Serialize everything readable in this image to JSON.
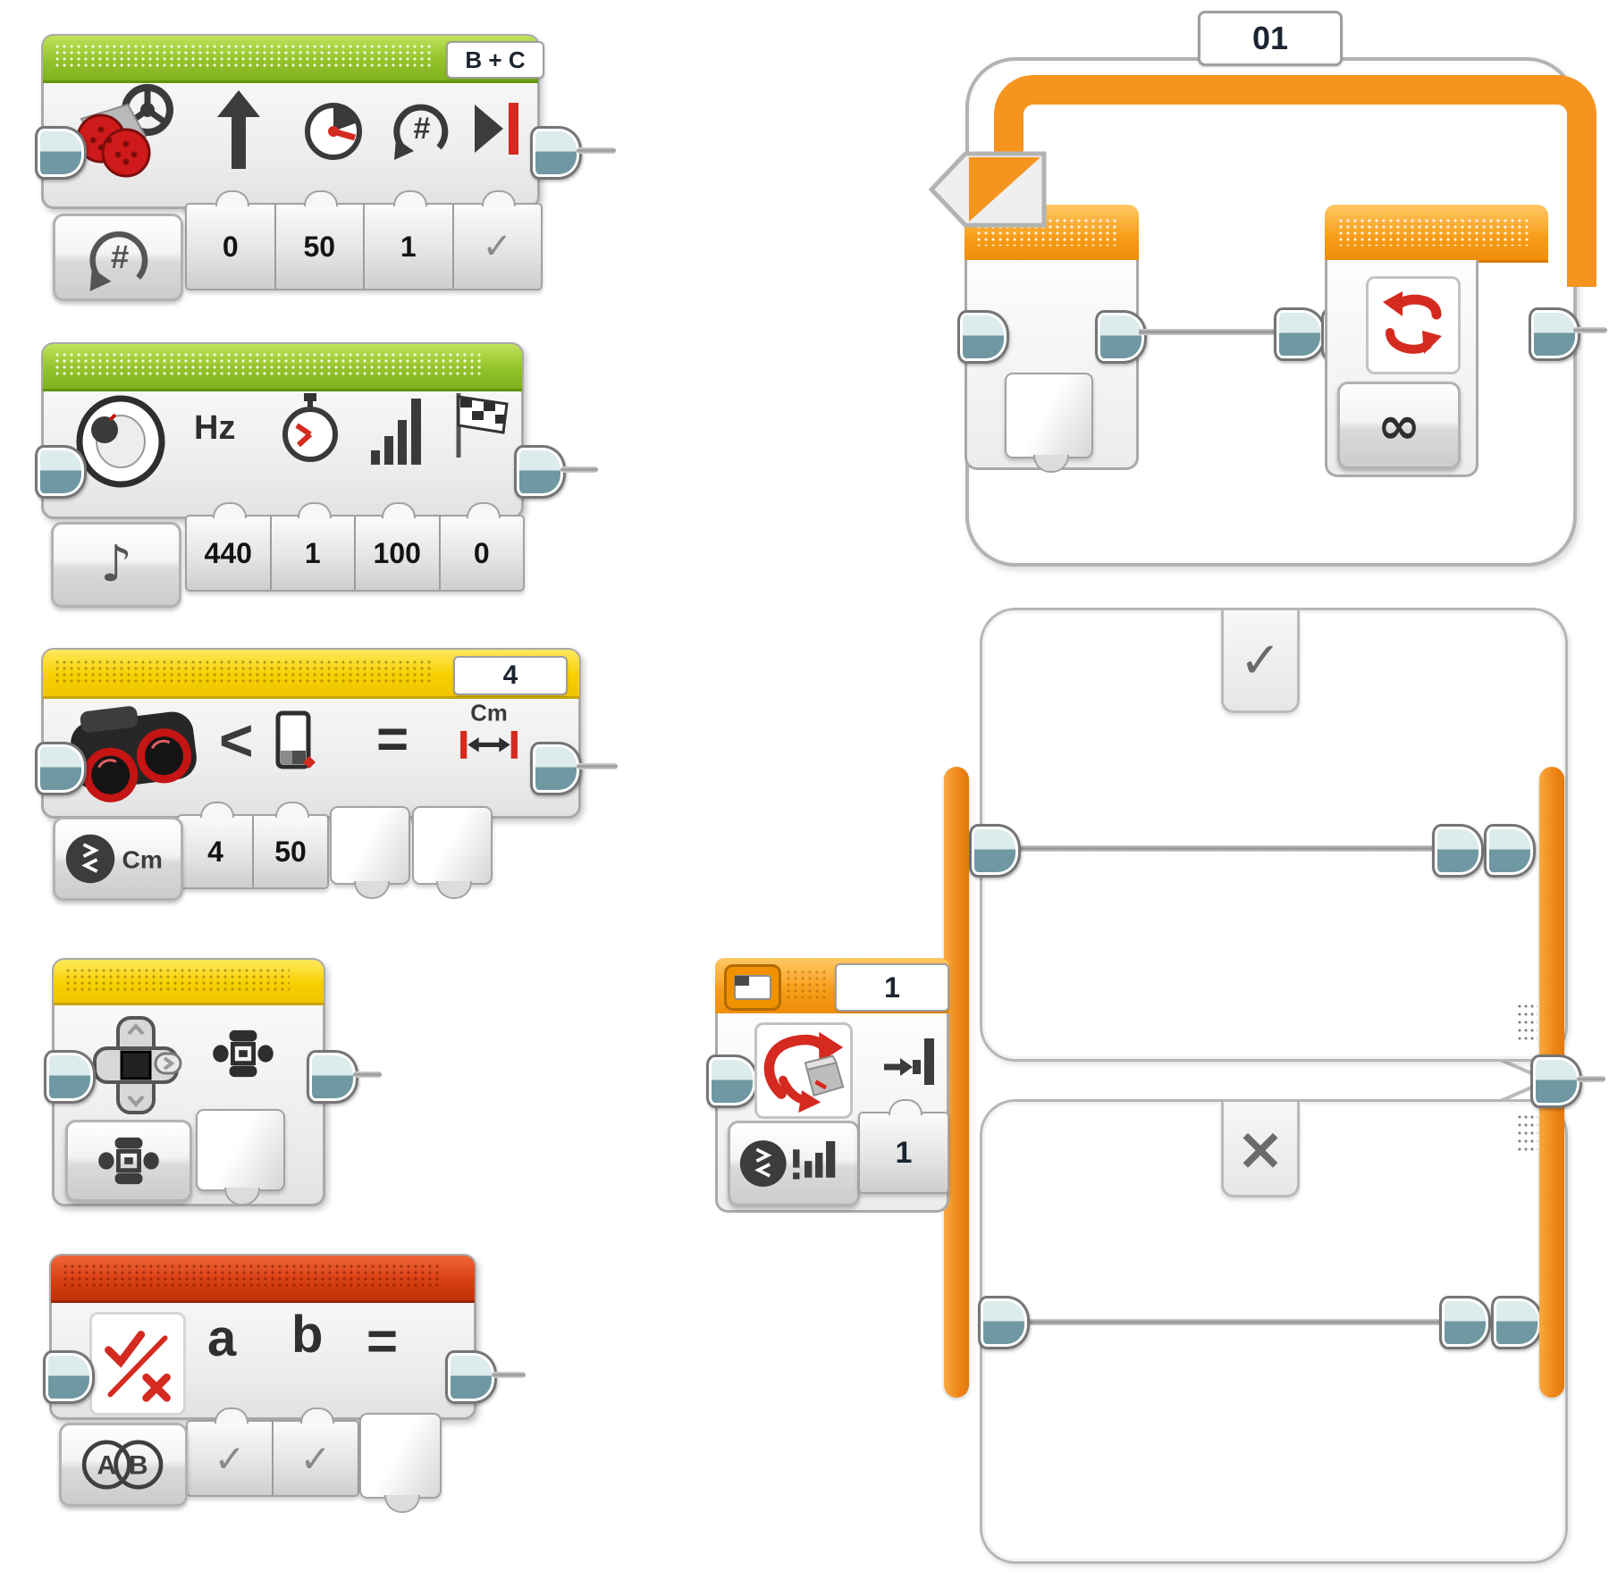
{
  "colors": {
    "action_green": "#8cc021",
    "sensor_yellow": "#f6cf00",
    "flow_orange": "#f5941e",
    "data_red": "#d63b12",
    "connector_teal": "#6f98a2"
  },
  "move_steering": {
    "port_tab": "B + C",
    "steering_value": "0",
    "power_value": "50",
    "rotations_value": "1",
    "brake_value": "✓"
  },
  "sound": {
    "hz_label": "Hz",
    "frequency_value": "440",
    "duration_value": "1",
    "volume_value": "100",
    "play_type_value": "0"
  },
  "wait_compare": {
    "port_tab": "4",
    "less_than_label": "<",
    "equals_label": "=",
    "cm_label": "Cm",
    "mode_unit_label": "Cm",
    "distance_value": "4",
    "threshold_value": "50"
  },
  "logic": {
    "a_label": "a",
    "b_label": "b",
    "equals_label": "=",
    "value_a": "✓",
    "value_b": "✓"
  },
  "loop": {
    "name_tab": "01",
    "mode_value": "∞"
  },
  "switch": {
    "name_tab": "1",
    "condition_value": "1",
    "case_true_label": "✓",
    "case_false_label": "×"
  }
}
